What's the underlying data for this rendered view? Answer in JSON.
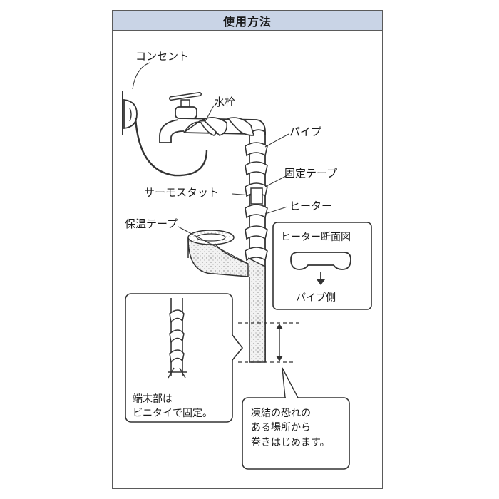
{
  "header": {
    "title": "使用方法"
  },
  "labels": {
    "outlet": "コンセント",
    "faucet": "水栓",
    "pipe": "パイプ",
    "fixing_tape": "固定テープ",
    "thermostat": "サーモスタット",
    "heater": "ヒーター",
    "insulation_tape": "保温テープ"
  },
  "cross_section": {
    "title": "ヒーター断面図",
    "caption": "パイプ側"
  },
  "end_note": {
    "line1": "端末部は",
    "line2": "ビニタイで固定。"
  },
  "start_note": {
    "line1": "凍結の恐れの",
    "line2": "ある場所から",
    "line3": "巻きはじめます。"
  },
  "colors": {
    "header_bg": "#c9d4e6",
    "line": "#333333",
    "border": "#5a5a5a"
  }
}
